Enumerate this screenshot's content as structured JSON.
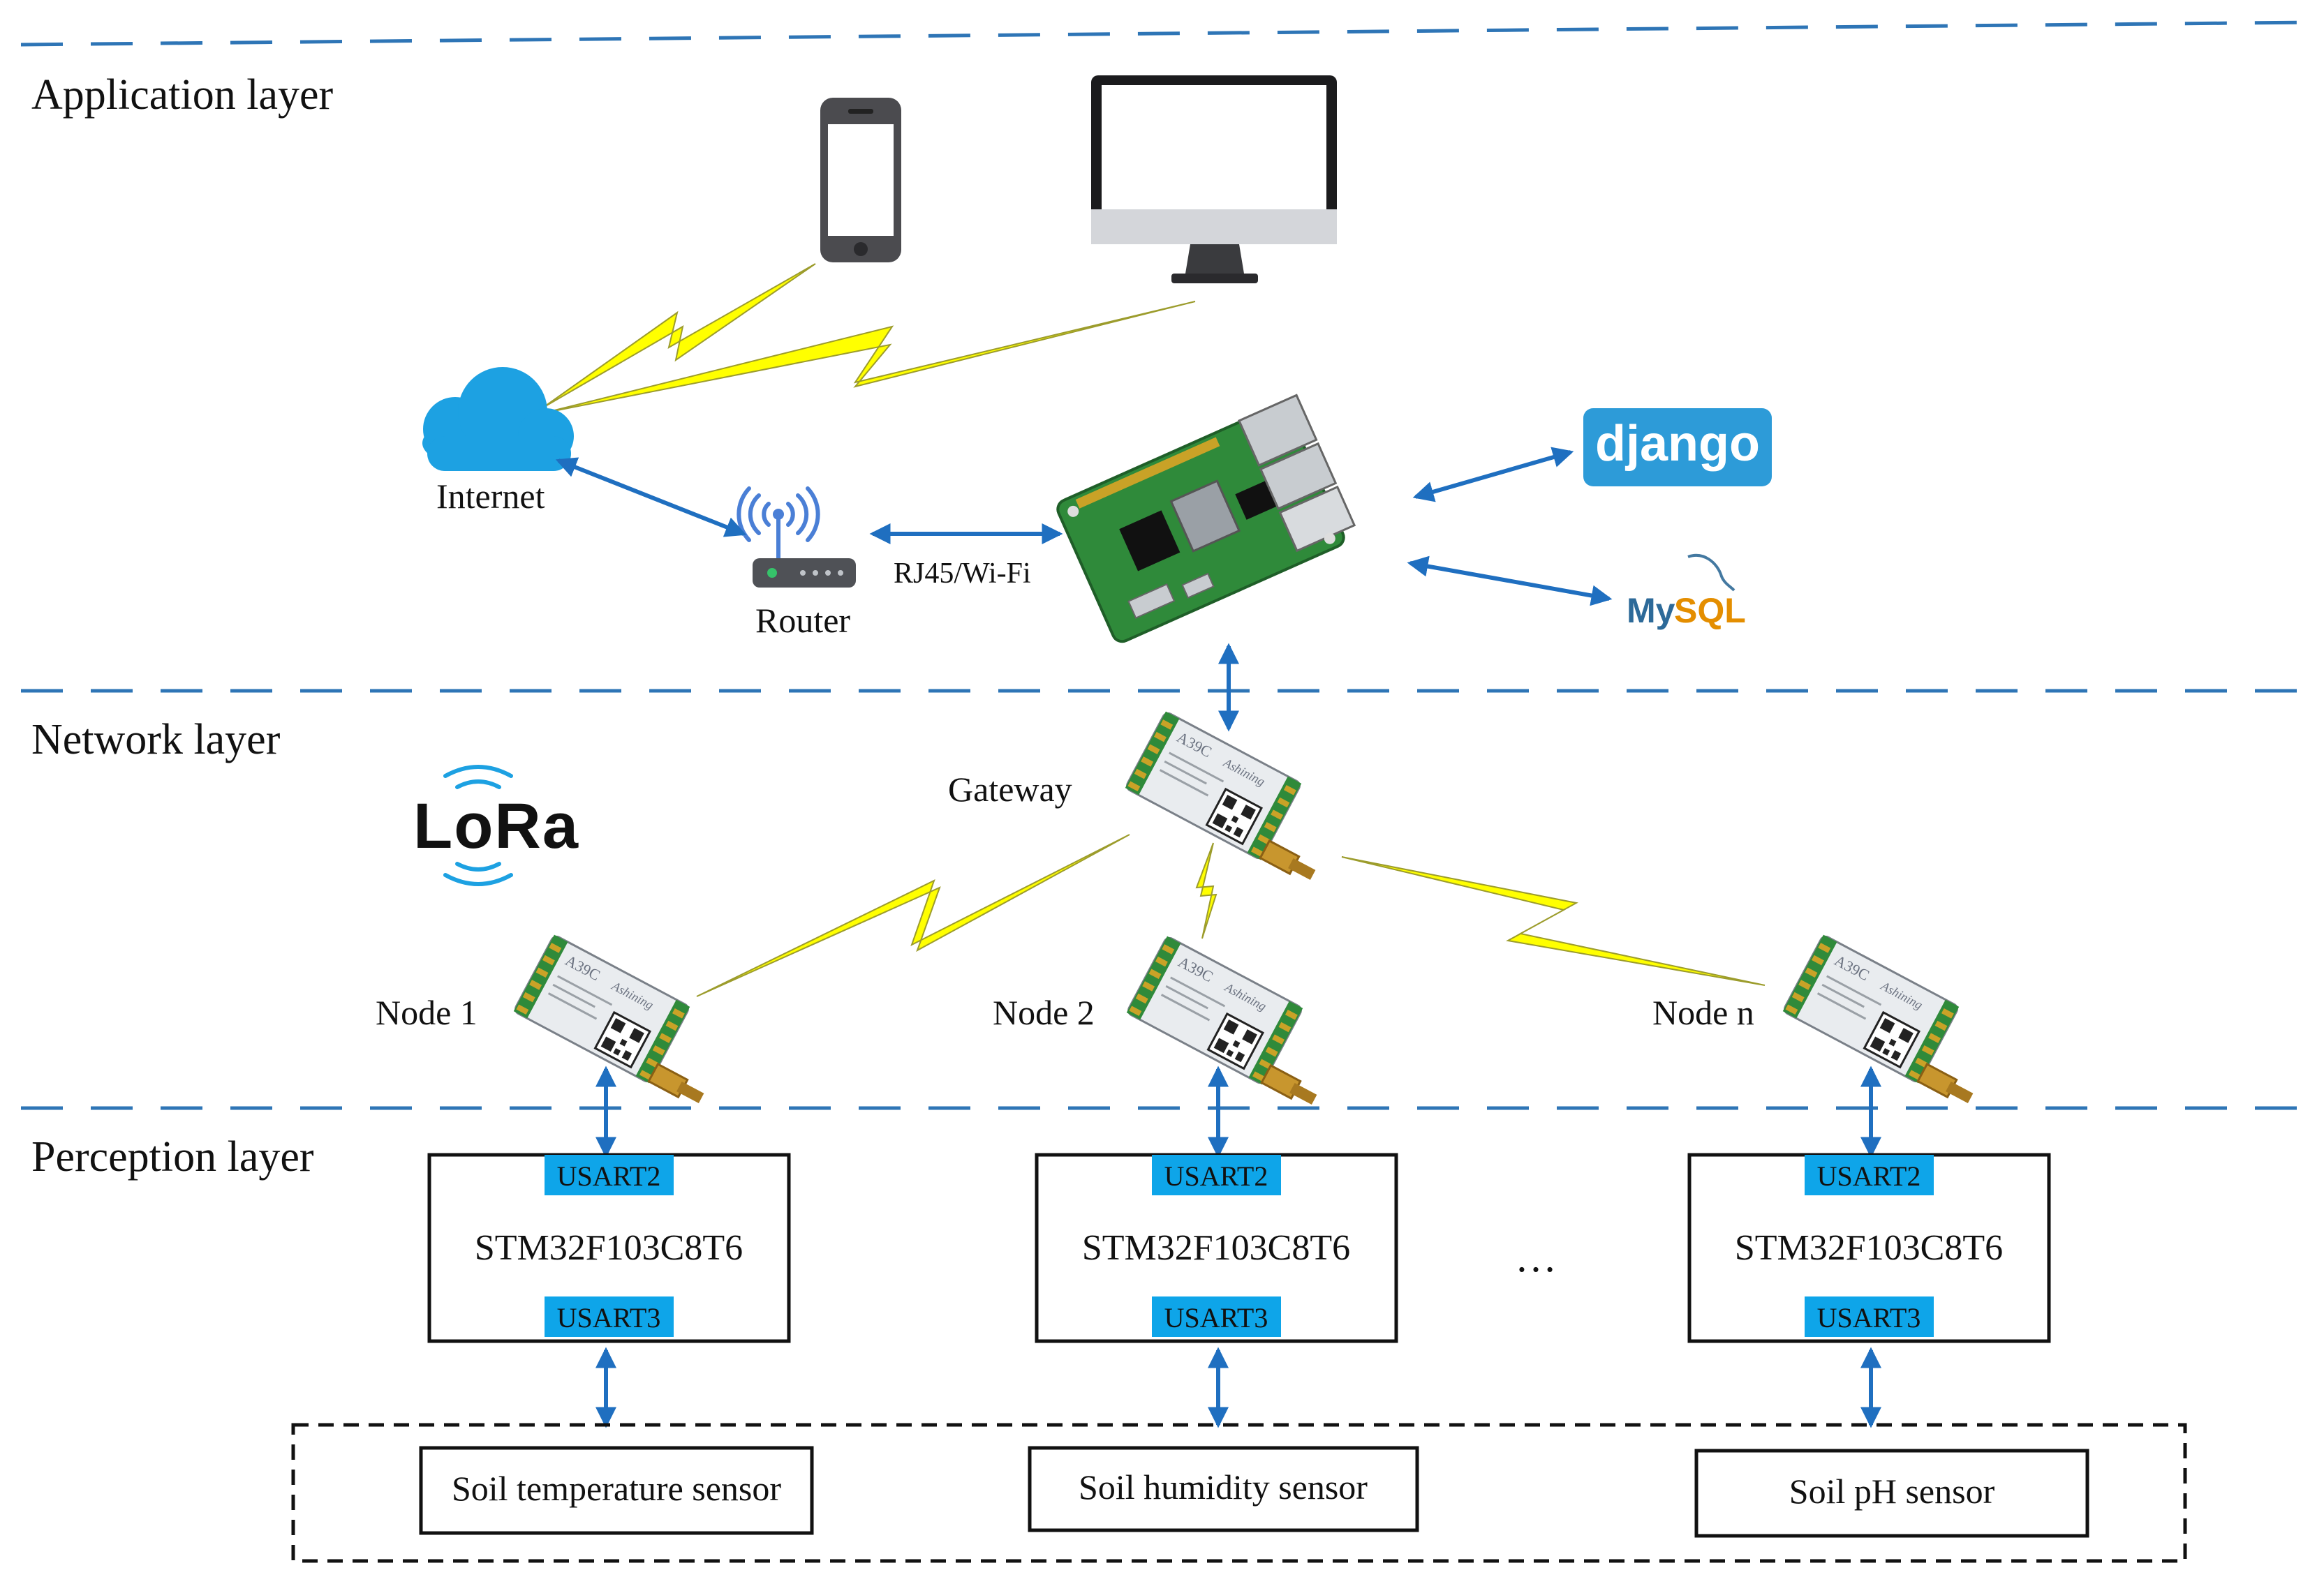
{
  "layers": {
    "application": "Application layer",
    "network": "Network layer",
    "perception": "Perception layer"
  },
  "application": {
    "internet": "Internet",
    "router": "Router",
    "link": "RJ45/Wi-Fi",
    "django": "django",
    "mysql_my": "My",
    "mysql_sql": "SQL"
  },
  "network": {
    "lora": "LoRa",
    "gateway": "Gateway",
    "module_model": "A39C",
    "module_brand": "Ashining",
    "nodes": [
      "Node 1",
      "Node 2",
      "Node n"
    ]
  },
  "perception": {
    "mcu": "STM32F103C8T6",
    "usart_top": "USART2",
    "usart_bottom": "USART3",
    "ellipsis": "…",
    "sensors": [
      "Soil temperature sensor",
      "Soil humidity sensor",
      "Soil pH sensor"
    ]
  },
  "colors": {
    "dash": "#2e75b6",
    "arrow": "#1f6fc0",
    "usart": "#0ea5e9",
    "lightning": "#ffff00",
    "cloud": "#1da1e2",
    "django": "#2d9bd8",
    "board": "#2f8a3a"
  },
  "icons": [
    "smartphone-icon",
    "monitor-icon",
    "cloud-icon",
    "router-icon",
    "raspberry-pi-board-icon",
    "lora-logo-icon",
    "lora-module-icon",
    "lightning-icon",
    "django-logo",
    "mysql-logo"
  ]
}
